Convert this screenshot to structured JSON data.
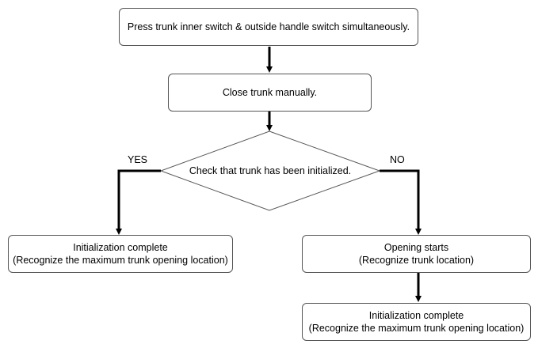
{
  "steps": {
    "step1": "Press trunk inner switch & outside handle switch simultaneously.",
    "step2": "Close trunk manually.",
    "decision": "Check that trunk has been initialized.",
    "yes_label": "YES",
    "no_label": "NO",
    "yes_result": {
      "line1": "Initialization complete",
      "line2": "(Recognize the maximum trunk opening location)"
    },
    "no_result": {
      "line1": "Opening starts",
      "line2": "(Recognize trunk location)"
    },
    "final": {
      "line1": "Initialization complete",
      "line2": "(Recognize the maximum trunk opening location)"
    }
  },
  "colors": {
    "border": "#555555",
    "connector": "#000000"
  }
}
